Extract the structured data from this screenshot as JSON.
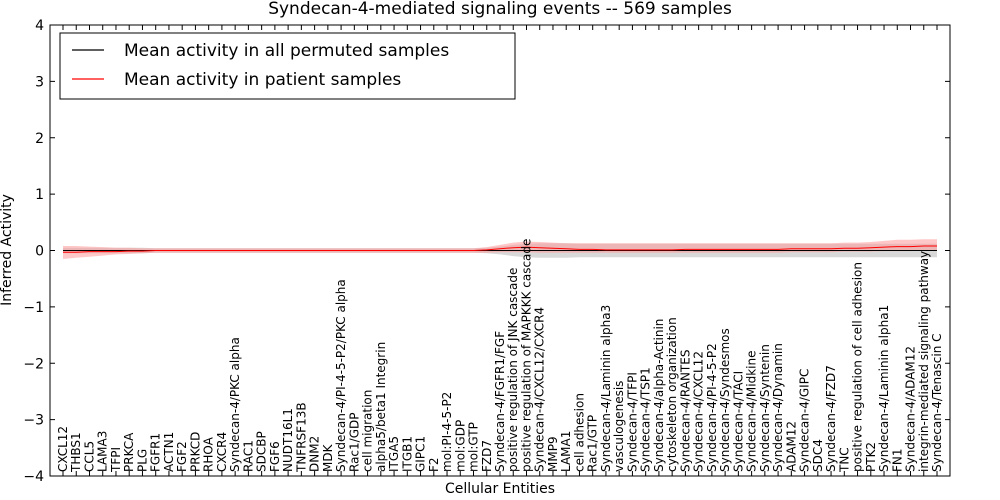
{
  "chart_data": {
    "type": "line",
    "title": "Syndecan-4-mediated signaling events -- 569 samples",
    "xlabel": "Cellular Entities",
    "ylabel": "Inferred Activity",
    "ylim": [
      -4,
      4
    ],
    "yticks": [
      "−4",
      "−3",
      "−2",
      "−1",
      "0",
      "1",
      "2",
      "3",
      "4"
    ],
    "grid": false,
    "legend_position": "top-left",
    "categories": [
      "CXCL12",
      "THBS1",
      "CCL5",
      "LAMA3",
      "TFPI",
      "PRKCA",
      "PLG",
      "FGFR1",
      "ACTN1",
      "FGF2",
      "PRKCD",
      "RHOA",
      "CXCR4",
      "Syndecan-4/PKC alpha",
      "RAC1",
      "SDCBP",
      "FGF6",
      "NUDT16L1",
      "TNFRSF13B",
      "DNM2",
      "MDK",
      "Syndecan-4/PI-4-5-P2/PKC alpha",
      "Rac1/GDP",
      "cell migration",
      "alpha5/beta1 Integrin",
      "ITGA5",
      "ITGB1",
      "GIPC1",
      "F2",
      "mol:PI-4-5-P2",
      "mol:GDP",
      "mol:GTP",
      "FZD7",
      "Syndecan-4/FGFR1/FGF",
      "positive regulation of JNK cascade",
      "positive regulation of MAPKKK cascade",
      "Syndecan-4/CXCL12/CXCR4",
      "MMP9",
      "LAMA1",
      "cell adhesion",
      "Rac1/GTP",
      "Syndecan-4/Laminin alpha3",
      "vasculogenesis",
      "Syndecan-4/TFPI",
      "Syndecan-4/TSP1",
      "Syndecan-4/alpha-Actinin",
      "cytoskeleton organization",
      "Syndecan-4/RANTES",
      "Syndecan-4/CXCL12",
      "Syndecan-4/PI-4-5-P2",
      "Syndecan-4/Syndesmos",
      "Syndecan-4/TACI",
      "Syndecan-4/Midkine",
      "Syndecan-4/Syntenin",
      "Syndecan-4/Dynamin",
      "ADAM12",
      "Syndecan-4/GIPC",
      "SDC4",
      "Syndecan-4/FZD7",
      "TNC",
      "positive regulation of cell adhesion",
      "PTK2",
      "Syndecan-4/Laminin alpha1",
      "FN1",
      "Syndecan-4/ADAM12",
      "integrin-mediated signaling pathway",
      "Syndecan-4/Tenascin C"
    ],
    "series": [
      {
        "name": "Mean activity in all permuted samples",
        "color": "#000000",
        "band_color": "#b8b8b8",
        "values": [
          0,
          0,
          0,
          0,
          0,
          0,
          0,
          0,
          0,
          0,
          0,
          0,
          0,
          0,
          0,
          0,
          0,
          0,
          0,
          0,
          0,
          0,
          0,
          0,
          0,
          0,
          0,
          0,
          0,
          0,
          0,
          0,
          0,
          0,
          0,
          0,
          0,
          0,
          0,
          0,
          0,
          0,
          0,
          0,
          0,
          0,
          0,
          0,
          0,
          0,
          0,
          0,
          0,
          0,
          0,
          0,
          0,
          0,
          0,
          0,
          0,
          0,
          0,
          0,
          0,
          0,
          0
        ],
        "lower": [
          -0.05,
          -0.05,
          -0.05,
          -0.05,
          -0.05,
          -0.05,
          -0.05,
          -0.04,
          -0.04,
          -0.04,
          -0.04,
          -0.04,
          -0.04,
          -0.04,
          -0.04,
          -0.04,
          -0.04,
          -0.04,
          -0.04,
          -0.04,
          -0.04,
          -0.04,
          -0.04,
          -0.04,
          -0.04,
          -0.04,
          -0.04,
          -0.04,
          -0.04,
          -0.04,
          -0.04,
          -0.04,
          -0.05,
          -0.07,
          -0.1,
          -0.12,
          -0.13,
          -0.13,
          -0.13,
          -0.12,
          -0.12,
          -0.12,
          -0.12,
          -0.12,
          -0.12,
          -0.12,
          -0.12,
          -0.12,
          -0.12,
          -0.12,
          -0.12,
          -0.12,
          -0.12,
          -0.12,
          -0.12,
          -0.12,
          -0.12,
          -0.12,
          -0.12,
          -0.12,
          -0.12,
          -0.12,
          -0.12,
          -0.12,
          -0.12,
          -0.12,
          -0.12
        ],
        "upper": [
          0.05,
          0.05,
          0.05,
          0.05,
          0.05,
          0.05,
          0.05,
          0.04,
          0.04,
          0.04,
          0.04,
          0.04,
          0.04,
          0.04,
          0.04,
          0.04,
          0.04,
          0.04,
          0.04,
          0.04,
          0.04,
          0.04,
          0.04,
          0.04,
          0.04,
          0.04,
          0.04,
          0.04,
          0.04,
          0.04,
          0.04,
          0.04,
          0.05,
          0.07,
          0.1,
          0.12,
          0.13,
          0.13,
          0.13,
          0.12,
          0.12,
          0.12,
          0.12,
          0.12,
          0.12,
          0.12,
          0.12,
          0.12,
          0.12,
          0.12,
          0.12,
          0.12,
          0.12,
          0.12,
          0.12,
          0.12,
          0.12,
          0.12,
          0.12,
          0.12,
          0.12,
          0.12,
          0.12,
          0.12,
          0.12,
          0.12,
          0.12
        ]
      },
      {
        "name": "Mean activity in patient samples",
        "color": "#ff0000",
        "band_color": "#ff9a9a",
        "values": [
          -0.03,
          -0.03,
          -0.02,
          -0.02,
          -0.02,
          -0.01,
          -0.01,
          0,
          0,
          0,
          0,
          0,
          0,
          0,
          0,
          0,
          0,
          0,
          0,
          0,
          0,
          0,
          0,
          0,
          0,
          0,
          0,
          0,
          0,
          0,
          0,
          0,
          0.01,
          0.03,
          0.05,
          0.06,
          0.05,
          0.04,
          0.03,
          0.02,
          0.02,
          0.01,
          0.01,
          0.01,
          0.01,
          0.01,
          0.01,
          0.02,
          0.02,
          0.02,
          0.02,
          0.02,
          0.02,
          0.02,
          0.02,
          0.03,
          0.03,
          0.03,
          0.03,
          0.04,
          0.04,
          0.05,
          0.06,
          0.07,
          0.07,
          0.08,
          0.08
        ],
        "lower": [
          -0.15,
          -0.13,
          -0.11,
          -0.09,
          -0.07,
          -0.06,
          -0.05,
          -0.04,
          -0.04,
          -0.04,
          -0.04,
          -0.04,
          -0.04,
          -0.04,
          -0.04,
          -0.04,
          -0.04,
          -0.04,
          -0.04,
          -0.04,
          -0.04,
          -0.04,
          -0.04,
          -0.04,
          -0.04,
          -0.04,
          -0.04,
          -0.04,
          -0.04,
          -0.04,
          -0.04,
          -0.04,
          -0.04,
          -0.03,
          -0.03,
          -0.03,
          -0.04,
          -0.04,
          -0.04,
          -0.04,
          -0.04,
          -0.04,
          -0.04,
          -0.04,
          -0.04,
          -0.04,
          -0.04,
          -0.04,
          -0.04,
          -0.04,
          -0.04,
          -0.04,
          -0.04,
          -0.04,
          -0.04,
          -0.03,
          -0.03,
          -0.03,
          -0.03,
          -0.02,
          -0.02,
          -0.02,
          -0.01,
          -0.01,
          -0.01,
          0,
          0
        ],
        "upper": [
          0.08,
          0.08,
          0.07,
          0.06,
          0.05,
          0.05,
          0.04,
          0.04,
          0.04,
          0.04,
          0.04,
          0.04,
          0.04,
          0.04,
          0.04,
          0.04,
          0.04,
          0.04,
          0.04,
          0.04,
          0.04,
          0.04,
          0.04,
          0.04,
          0.04,
          0.04,
          0.04,
          0.04,
          0.04,
          0.04,
          0.04,
          0.04,
          0.06,
          0.1,
          0.14,
          0.16,
          0.15,
          0.14,
          0.13,
          0.13,
          0.13,
          0.13,
          0.13,
          0.13,
          0.13,
          0.13,
          0.13,
          0.13,
          0.13,
          0.13,
          0.13,
          0.13,
          0.13,
          0.13,
          0.13,
          0.13,
          0.13,
          0.13,
          0.13,
          0.14,
          0.14,
          0.15,
          0.17,
          0.19,
          0.19,
          0.2,
          0.2
        ]
      }
    ]
  }
}
